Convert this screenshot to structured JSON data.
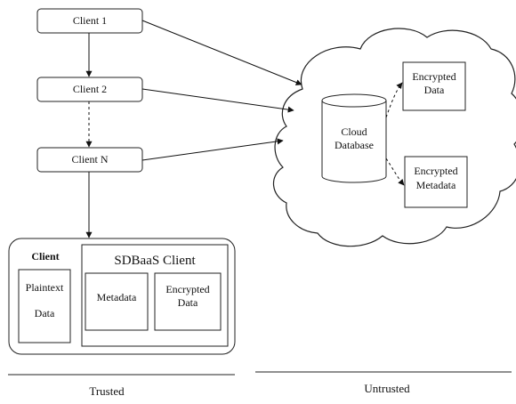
{
  "clients": {
    "client_1": "Client 1",
    "client_2": "Client 2",
    "client_n": "Client N"
  },
  "cloud": {
    "database": [
      "Cloud",
      "Database"
    ],
    "encrypted_data": [
      "Encrypted",
      "Data"
    ],
    "encrypted_metadata": [
      "Encrypted",
      "Metadata"
    ]
  },
  "client_box": {
    "title": "Client",
    "plaintext": [
      "Plaintext",
      "Data"
    ],
    "sdbaas_title": "SDBaaS Client",
    "metadata": "Metadata",
    "encrypted_data": [
      "Encrypted",
      "Data"
    ]
  },
  "footer": {
    "trusted": "Trusted",
    "untrusted": "Untrusted"
  }
}
